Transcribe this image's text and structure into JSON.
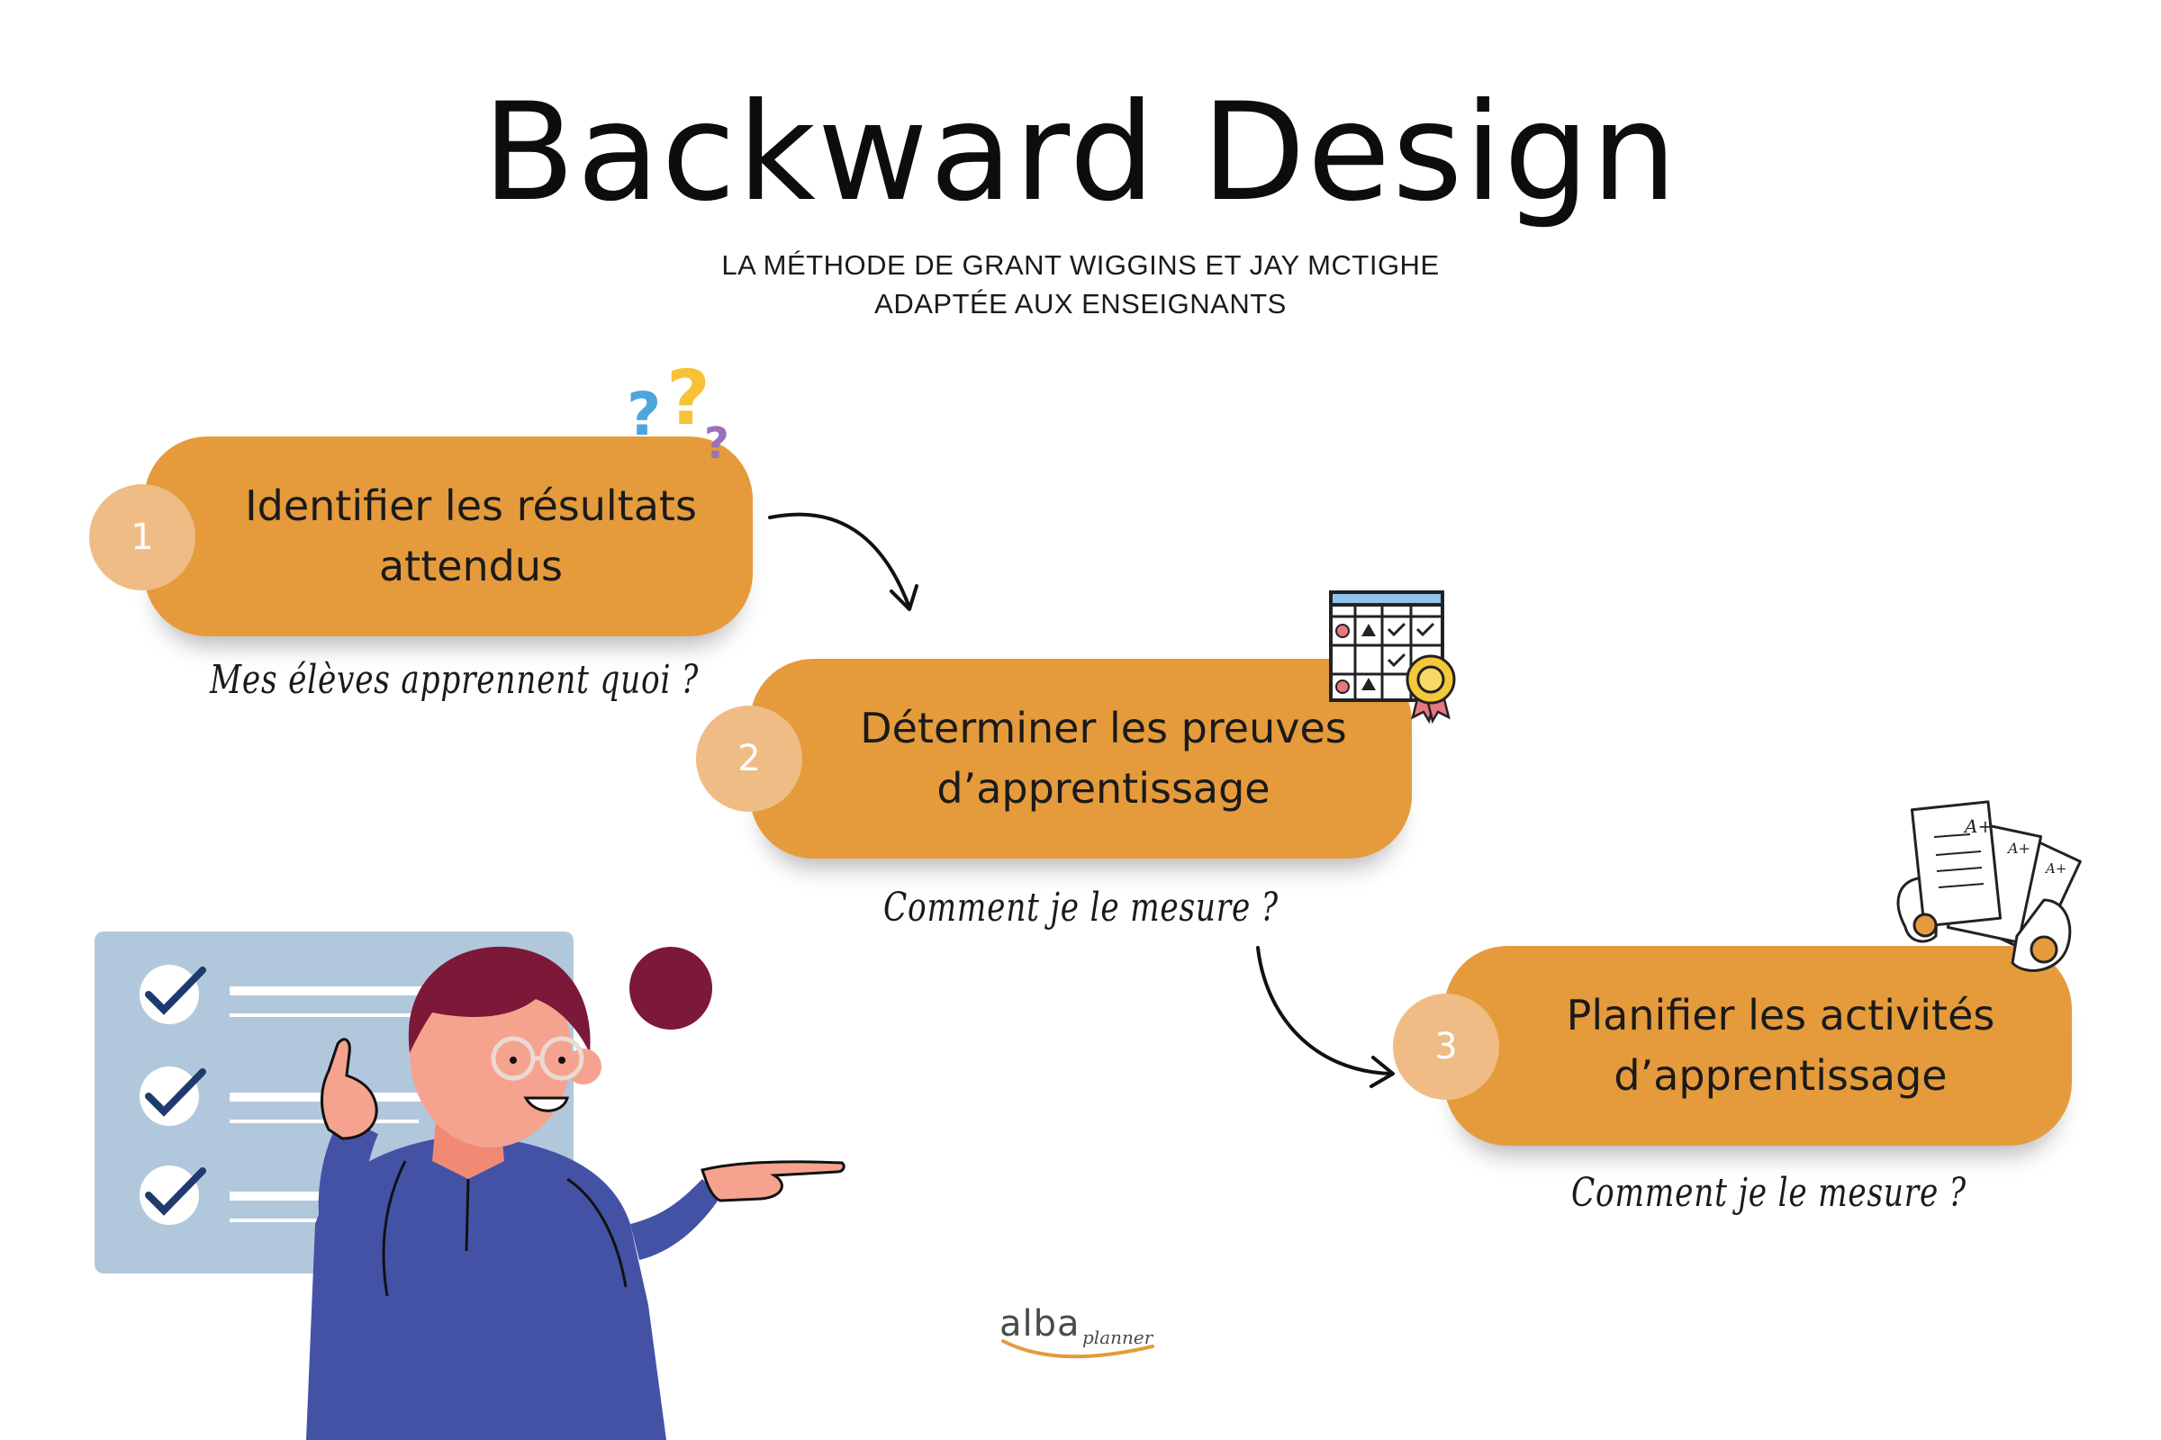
{
  "title": "Backward Design",
  "subtitle": {
    "line1": "LA MÉTHODE DE GRANT WIGGINS ET JAY MCTIGHE",
    "line2": "ADAPTÉE AUX ENSEIGNANTS"
  },
  "colors": {
    "step_fill": "#e59b3b",
    "number_badge": "#efbc85",
    "board": "#b1c8dc",
    "check": "#1f3a6e",
    "shirt": "#4452a6",
    "hair": "#7c1838",
    "skin": "#f5a38f"
  },
  "steps": [
    {
      "number": "1",
      "label": "Identifier les résultats\nattendus",
      "question": "Mes élèves apprennent quoi ?",
      "icon": "question-marks-icon"
    },
    {
      "number": "2",
      "label": "Déterminer les preuves\nd’apprentissage",
      "question": "Comment je le mesure ?",
      "icon": "checklist-award-icon"
    },
    {
      "number": "3",
      "label": "Planifier les activités\nd’apprentissage",
      "question": "Comment je le mesure ?",
      "icon": "graded-papers-icon"
    }
  ],
  "illustration": "teacher-pointing-checklist",
  "logo": {
    "main": "alba",
    "sub": "planner"
  }
}
